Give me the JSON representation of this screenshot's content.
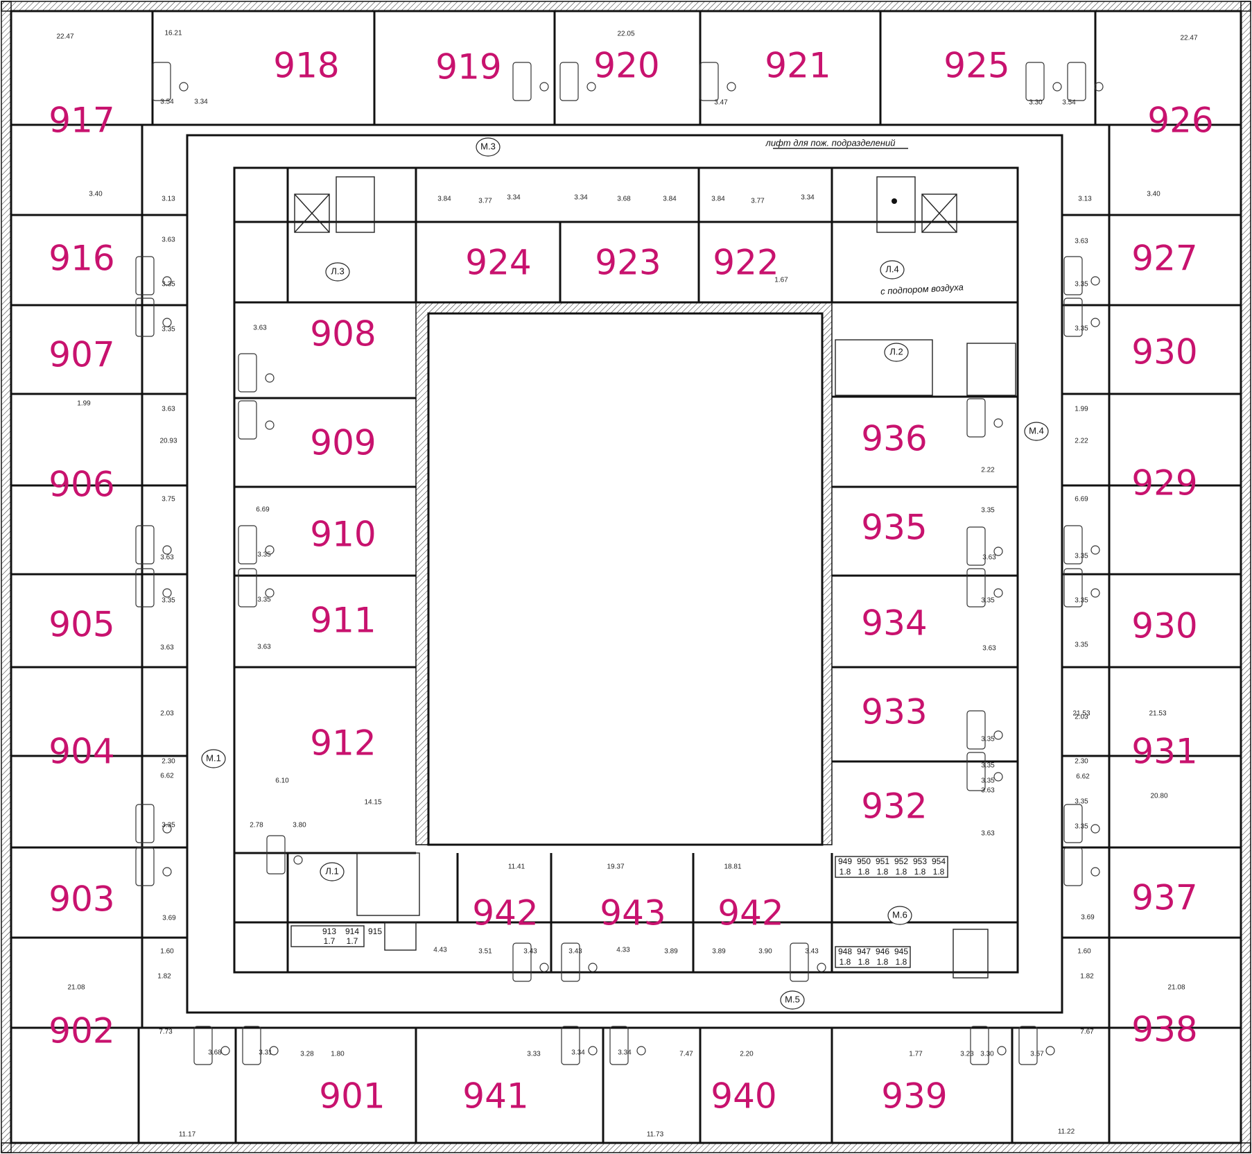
{
  "title": "",
  "colors": {
    "room_number": "#c8126e",
    "walls": "#111111",
    "background": "#ffffff"
  },
  "rooms": [
    {
      "label": "917"
    },
    {
      "label": "918"
    },
    {
      "label": "919"
    },
    {
      "label": "920"
    },
    {
      "label": "921"
    },
    {
      "label": "925"
    },
    {
      "label": "926"
    },
    {
      "label": "916"
    },
    {
      "label": "924"
    },
    {
      "label": "923"
    },
    {
      "label": "922"
    },
    {
      "label": "927"
    },
    {
      "label": "907"
    },
    {
      "label": "908"
    },
    {
      "label": "930"
    },
    {
      "label": "909"
    },
    {
      "label": "936"
    },
    {
      "label": "906"
    },
    {
      "label": "929"
    },
    {
      "label": "910"
    },
    {
      "label": "935"
    },
    {
      "label": "905"
    },
    {
      "label": "911"
    },
    {
      "label": "934"
    },
    {
      "label": "930"
    },
    {
      "label": "933"
    },
    {
      "label": "904"
    },
    {
      "label": "912"
    },
    {
      "label": "931"
    },
    {
      "label": "932"
    },
    {
      "label": "903"
    },
    {
      "label": "942"
    },
    {
      "label": "943"
    },
    {
      "label": "942"
    },
    {
      "label": "937"
    },
    {
      "label": "902"
    },
    {
      "label": "938"
    },
    {
      "label": "901"
    },
    {
      "label": "941"
    },
    {
      "label": "940"
    },
    {
      "label": "939"
    }
  ],
  "areas": [
    "22.47",
    "16.21",
    "22.05",
    "22.47",
    "3.54",
    "3.34",
    "3.47",
    "3.30",
    "3.54",
    "3.40",
    "3.13",
    "3.13",
    "3.40",
    "3.84",
    "3.77",
    "3.34",
    "3.34",
    "3.68",
    "3.84",
    "3.84",
    "3.77",
    "3.34",
    "3.63",
    "3.63",
    "1.67",
    "3.35",
    "3.35",
    "3.63",
    "3.35",
    "3.35",
    "3.63",
    "1.99",
    "1.99",
    "20.93",
    "2.22",
    "2.22",
    "3.75",
    "6.69",
    "6.69",
    "3.63",
    "3.35",
    "3.35",
    "3.63",
    "3.35",
    "3.35",
    "3.35",
    "3.35",
    "3.35",
    "3.35",
    "3.63",
    "3.63",
    "3.63",
    "2.03",
    "2.03",
    "21.53",
    "21.53",
    "2.30",
    "2.30",
    "6.62",
    "6.62",
    "6.10",
    "14.15",
    "2.78",
    "3.80",
    "3.35",
    "3.35",
    "20.80",
    "3.63",
    "3.35",
    "3.35",
    "11.41",
    "19.37",
    "18.81",
    "3.69",
    "3.69",
    "4.43",
    "3.51",
    "3.43",
    "3.43",
    "4.33",
    "3.89",
    "3.89",
    "3.90",
    "3.43",
    "1.60",
    "1.60",
    "1.82",
    "1.82",
    "21.08",
    "21.08",
    "7.73",
    "3.68",
    "3.31",
    "3.28",
    "1.80",
    "3.33",
    "3.34",
    "3.34",
    "7.47",
    "2.20",
    "1.77",
    "3.23",
    "3.30",
    "3.57",
    "7.67",
    "11.17",
    "11.73",
    "11.22",
    "3.63",
    "3.35",
    "3.35"
  ],
  "tags": [
    "М.3",
    "Л.3",
    "Л.4",
    "Л.2",
    "М.4",
    "М.1",
    "Л.1",
    "М.6",
    "М.5"
  ],
  "notes": [
    "лифт для пож. подразделений",
    "с подпором воздуха"
  ],
  "storage_top": [
    {
      "num": "949",
      "area": "1.8"
    },
    {
      "num": "950",
      "area": "1.8"
    },
    {
      "num": "951",
      "area": "1.8"
    },
    {
      "num": "952",
      "area": "1.8"
    },
    {
      "num": "953",
      "area": "1.8"
    },
    {
      "num": "954",
      "area": "1.8"
    }
  ],
  "storage_bottom": [
    {
      "num": "948",
      "area": "1.8"
    },
    {
      "num": "947",
      "area": "1.8"
    },
    {
      "num": "946",
      "area": "1.8"
    },
    {
      "num": "945",
      "area": "1.8"
    }
  ],
  "storage_left": [
    {
      "num": "913",
      "area": "1.7"
    },
    {
      "num": "914",
      "area": "1.7"
    },
    {
      "num": "915",
      "area": ""
    }
  ]
}
